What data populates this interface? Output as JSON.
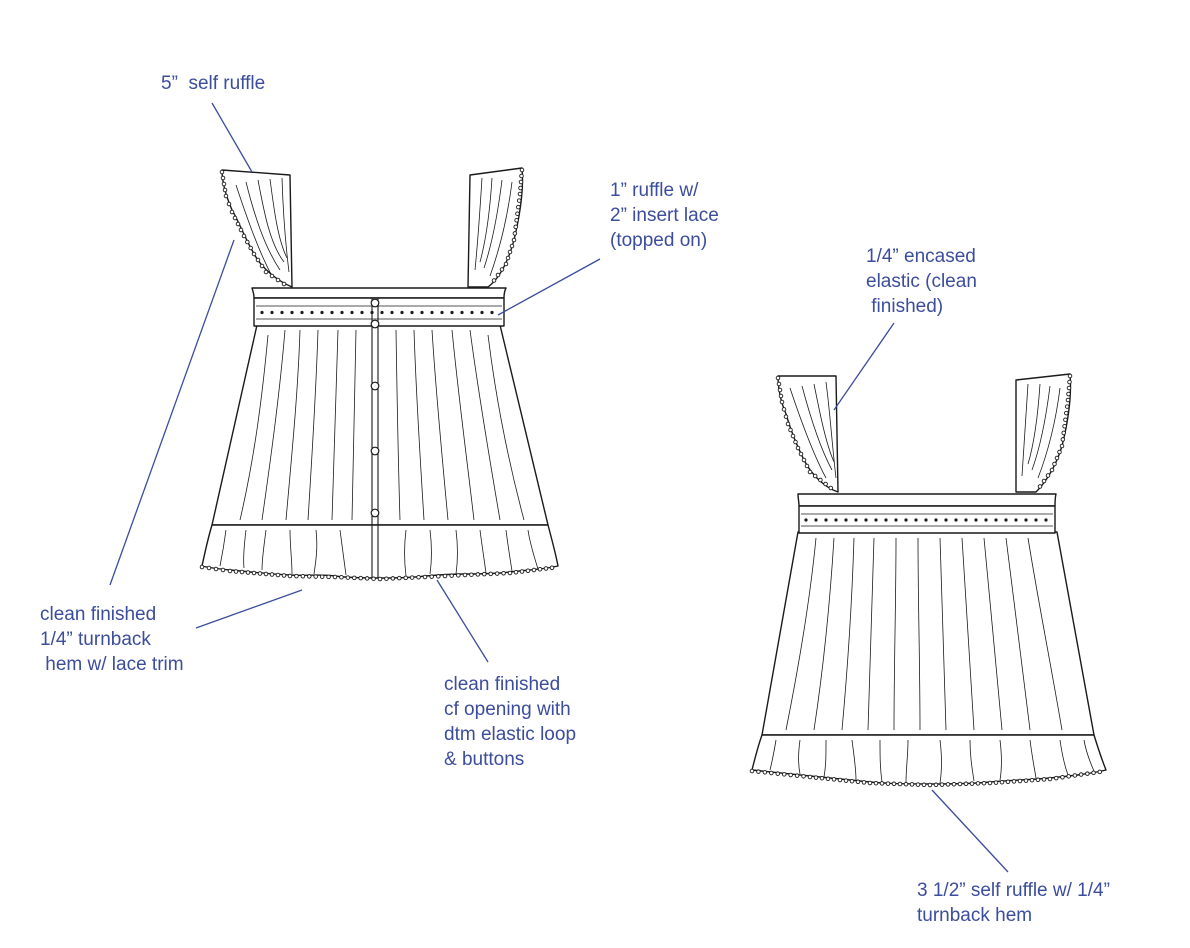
{
  "callouts": {
    "self_ruffle": "5”  self ruffle",
    "ruffle_insert_lace": "1” ruffle w/\n2” insert lace\n(topped on)",
    "encased_elastic": "1/4” encased\nelastic (clean\n finished)",
    "turnback_hem": "clean finished\n1/4” turnback\n hem w/ lace trim",
    "cf_opening": "clean finished\ncf opening with\ndtm elastic loop\n& buttons",
    "back_ruffle_hem": "3 1/2” self ruffle w/ 1/4”\nturnback hem"
  },
  "colors": {
    "callout_text": "#3b4d9c",
    "sketch_line": "#1a1a1a",
    "background": "#ffffff"
  }
}
